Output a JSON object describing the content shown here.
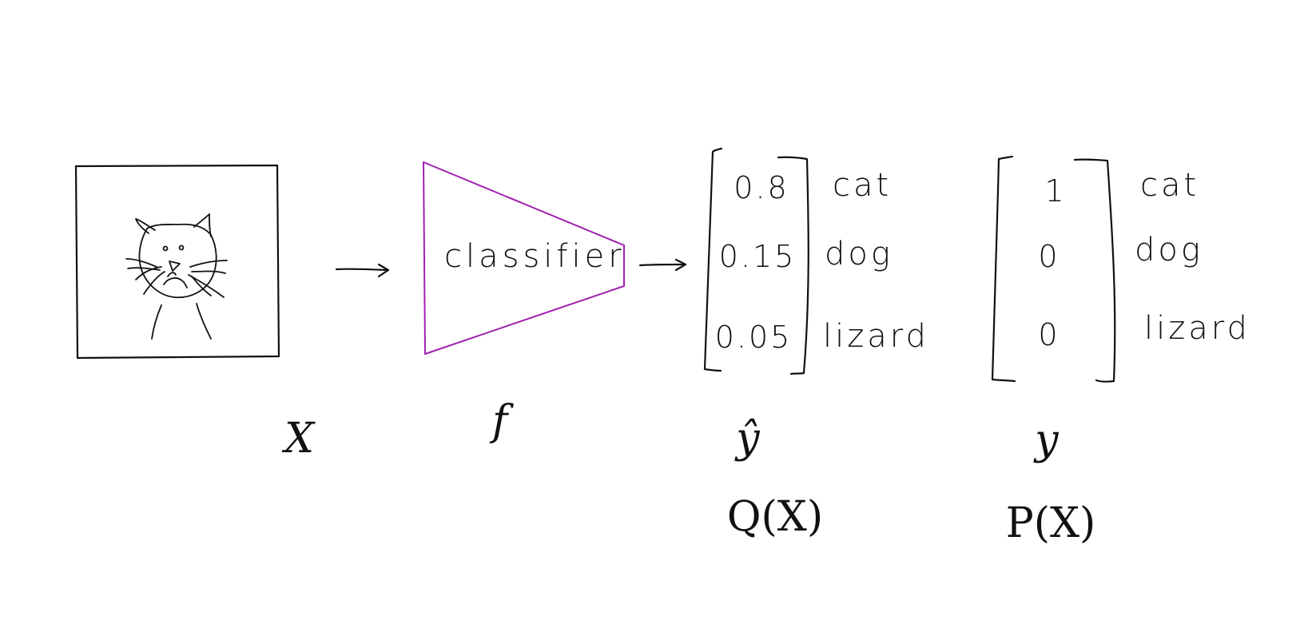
{
  "input": {
    "label": "X",
    "icon": "cat-sketch-icon"
  },
  "model": {
    "label": "f",
    "text": "classifier",
    "color": "#a020b0"
  },
  "prediction": {
    "label": "ŷ",
    "distribution_label": "Q(X)",
    "values": [
      "0.8",
      "0.15",
      "0.05"
    ],
    "classes": [
      "cat",
      "dog",
      "lizard"
    ]
  },
  "target": {
    "label": "y",
    "distribution_label": "P(X)",
    "values": [
      "1",
      "0",
      "0"
    ],
    "classes": [
      "cat",
      "dog",
      "lizard"
    ]
  },
  "colors": {
    "ink": "#111111",
    "accent": "#a020b0",
    "background": "#ffffff"
  }
}
